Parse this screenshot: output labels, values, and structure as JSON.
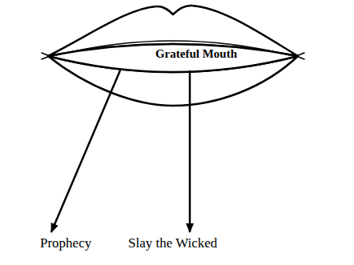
{
  "diagram": {
    "nodes": [
      {
        "text": [
          "Grateful Mouth"
        ]
      },
      {
        "text": [
          "Prophecy"
        ]
      },
      {
        "text": [
          "Slay the Wicked"
        ]
      }
    ],
    "edges": [
      {
        "from": 0,
        "to": 1,
        "arrow": "to"
      },
      {
        "from": 0,
        "to": 2,
        "arrow": "to"
      }
    ]
  }
}
